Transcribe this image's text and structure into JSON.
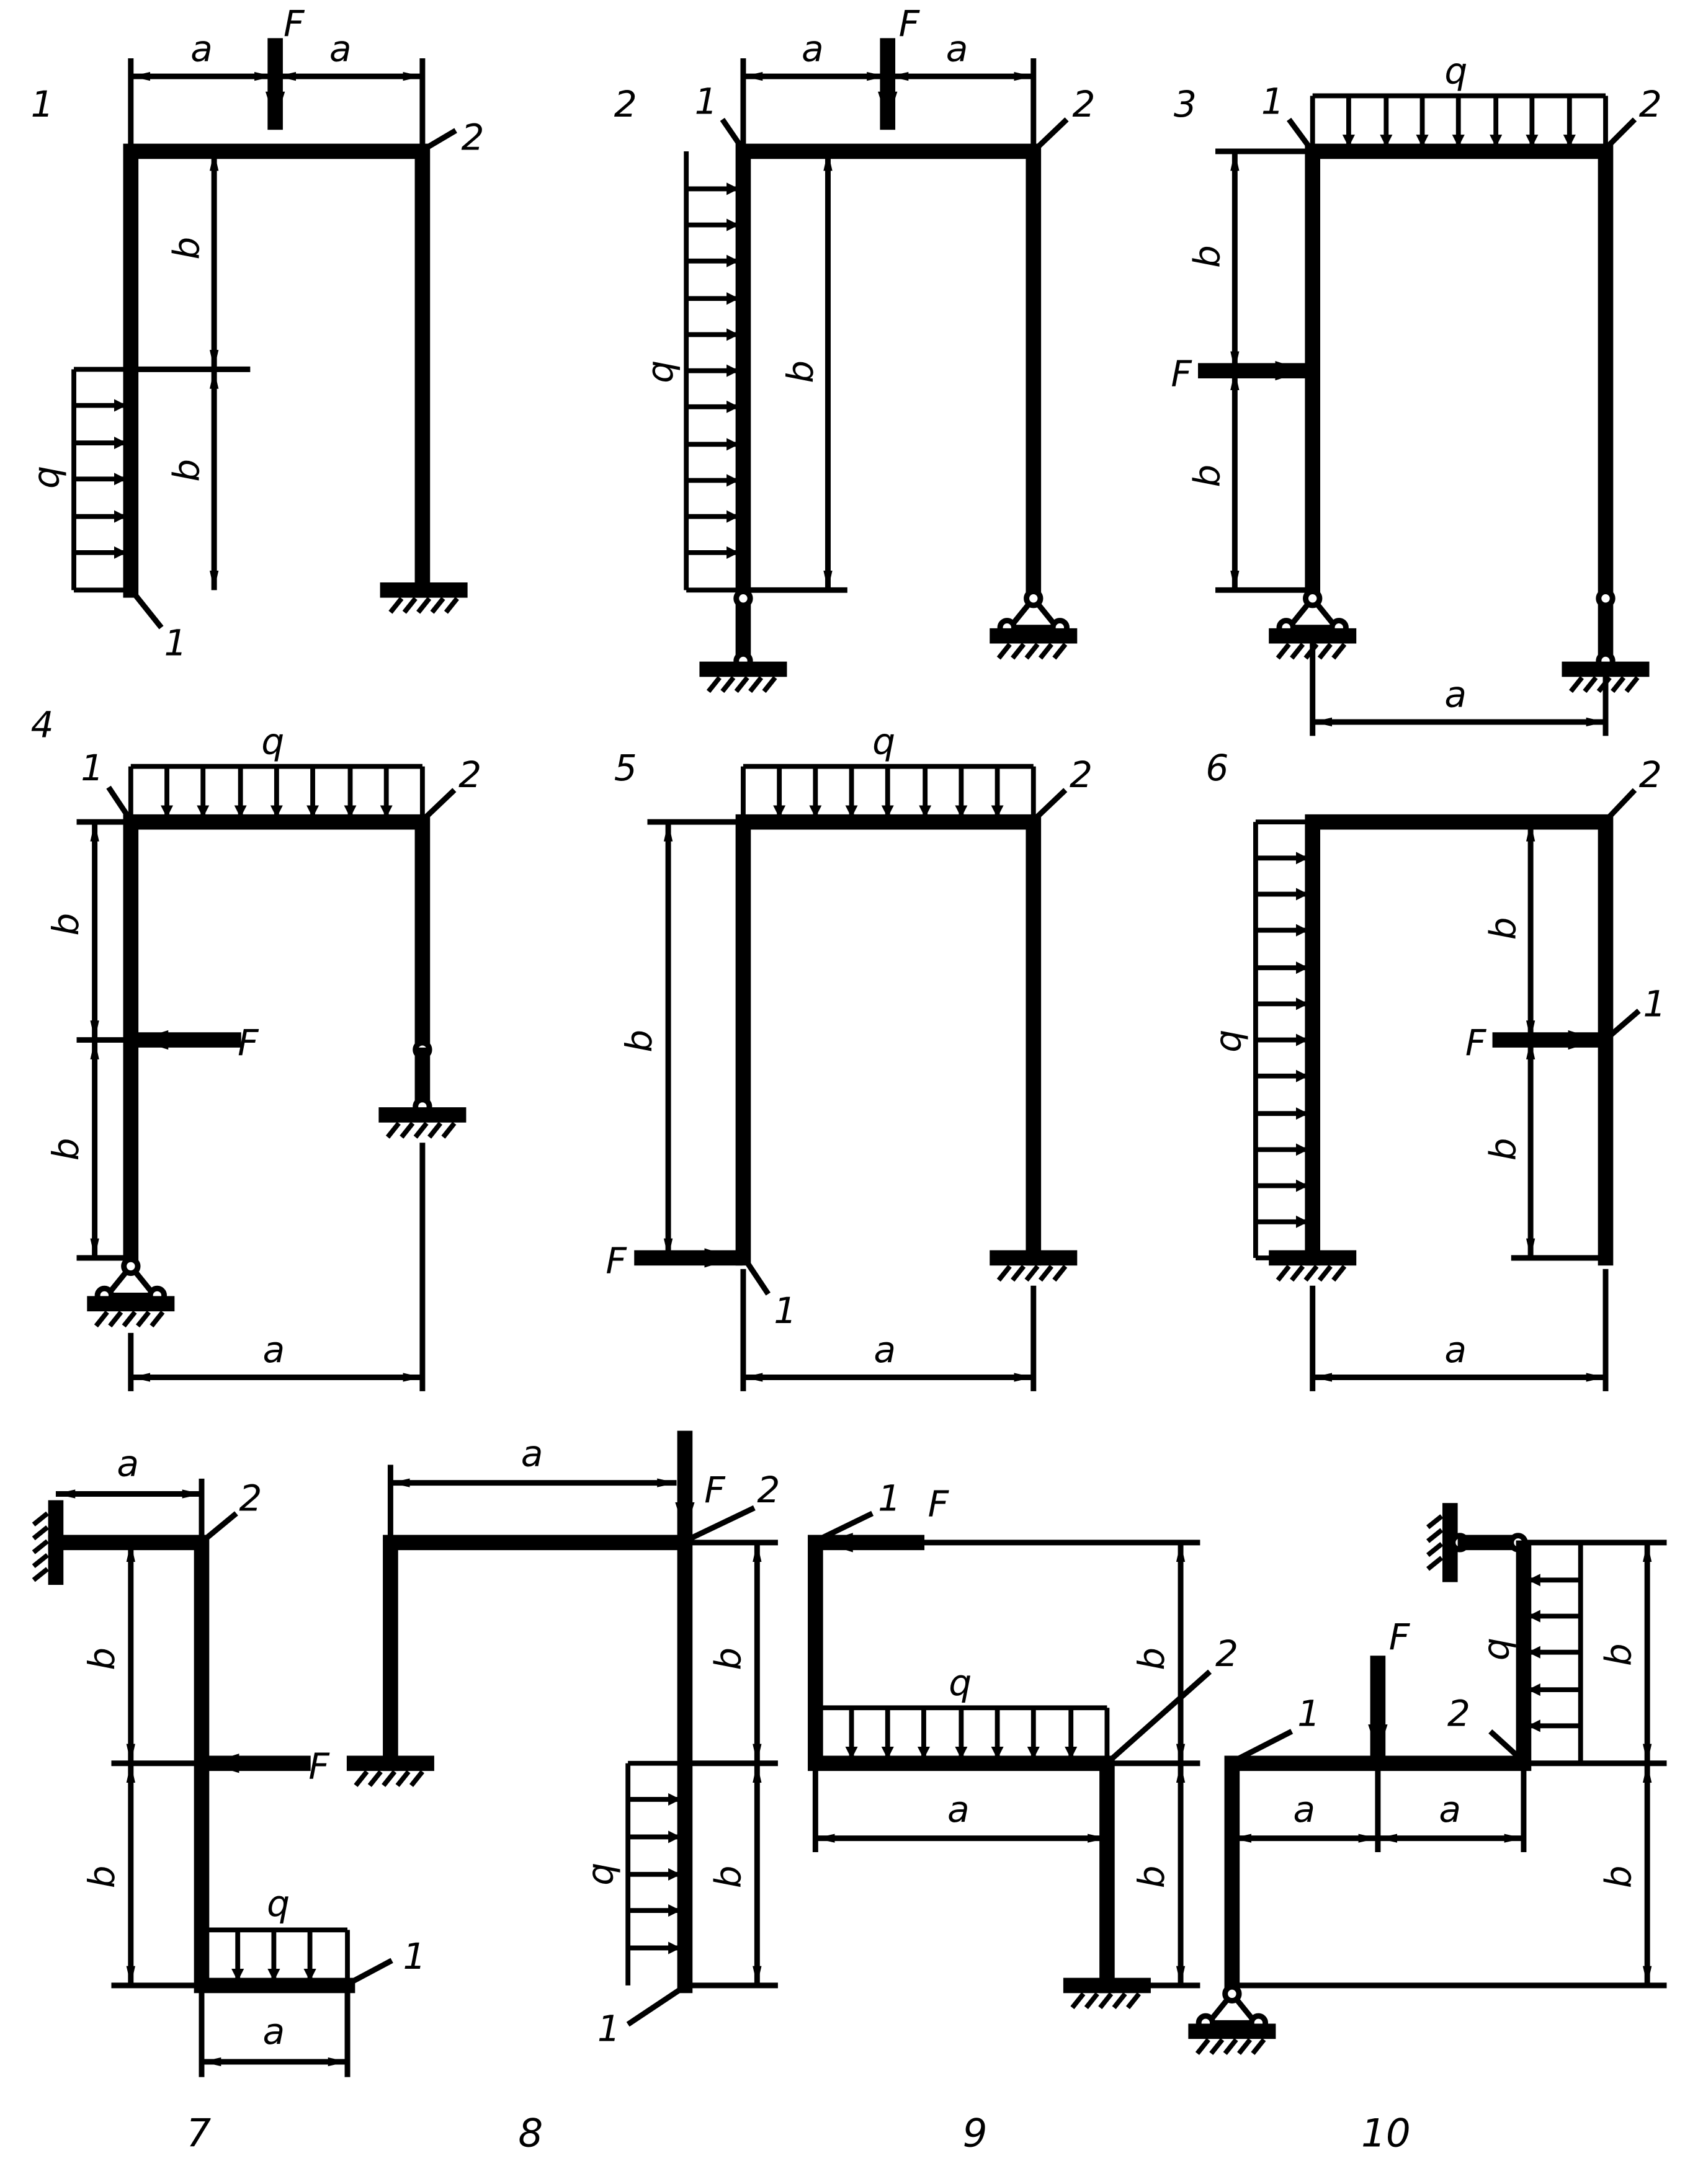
{
  "labels": {
    "a": "a",
    "b": "b",
    "F": "F",
    "q": "q",
    "node1": "1",
    "node2": "2"
  },
  "schemes": [
    "1",
    "2",
    "3",
    "4",
    "5",
    "6",
    "7",
    "8",
    "9",
    "10"
  ],
  "colors": {
    "ink": "#000000",
    "paper": "#ffffff"
  }
}
